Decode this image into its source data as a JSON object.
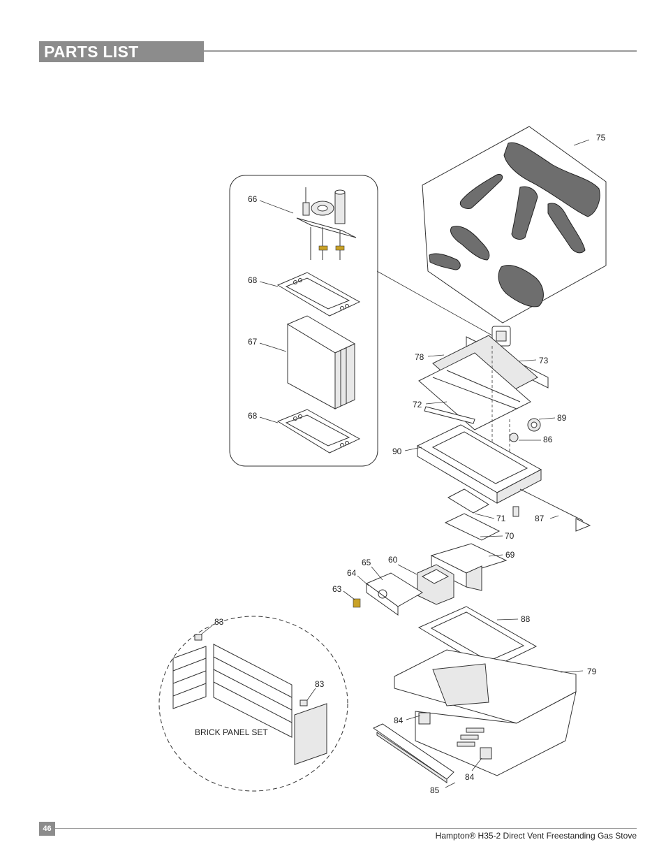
{
  "header": {
    "title": "PARTS LIST"
  },
  "footer": {
    "page_number": "46",
    "doc_title": "Hampton® H35-2 Direct Vent Freestanding Gas Stove"
  },
  "callouts": {
    "c75": "75",
    "c66": "66",
    "c68a": "68",
    "c67": "67",
    "c68b": "68",
    "c78": "78",
    "c73": "73",
    "c72": "72",
    "c89": "89",
    "c86": "86",
    "c90": "90",
    "c71": "71",
    "c87": "87",
    "c70": "70",
    "c69": "69",
    "c65": "65",
    "c60": "60",
    "c64": "64",
    "c63": "63",
    "c88": "88",
    "c79": "79",
    "c83a": "83",
    "c83b": "83",
    "c84a": "84",
    "c84b": "84",
    "c85": "85"
  },
  "labels": {
    "brick_panel_set": "BRICK PANEL SET"
  }
}
